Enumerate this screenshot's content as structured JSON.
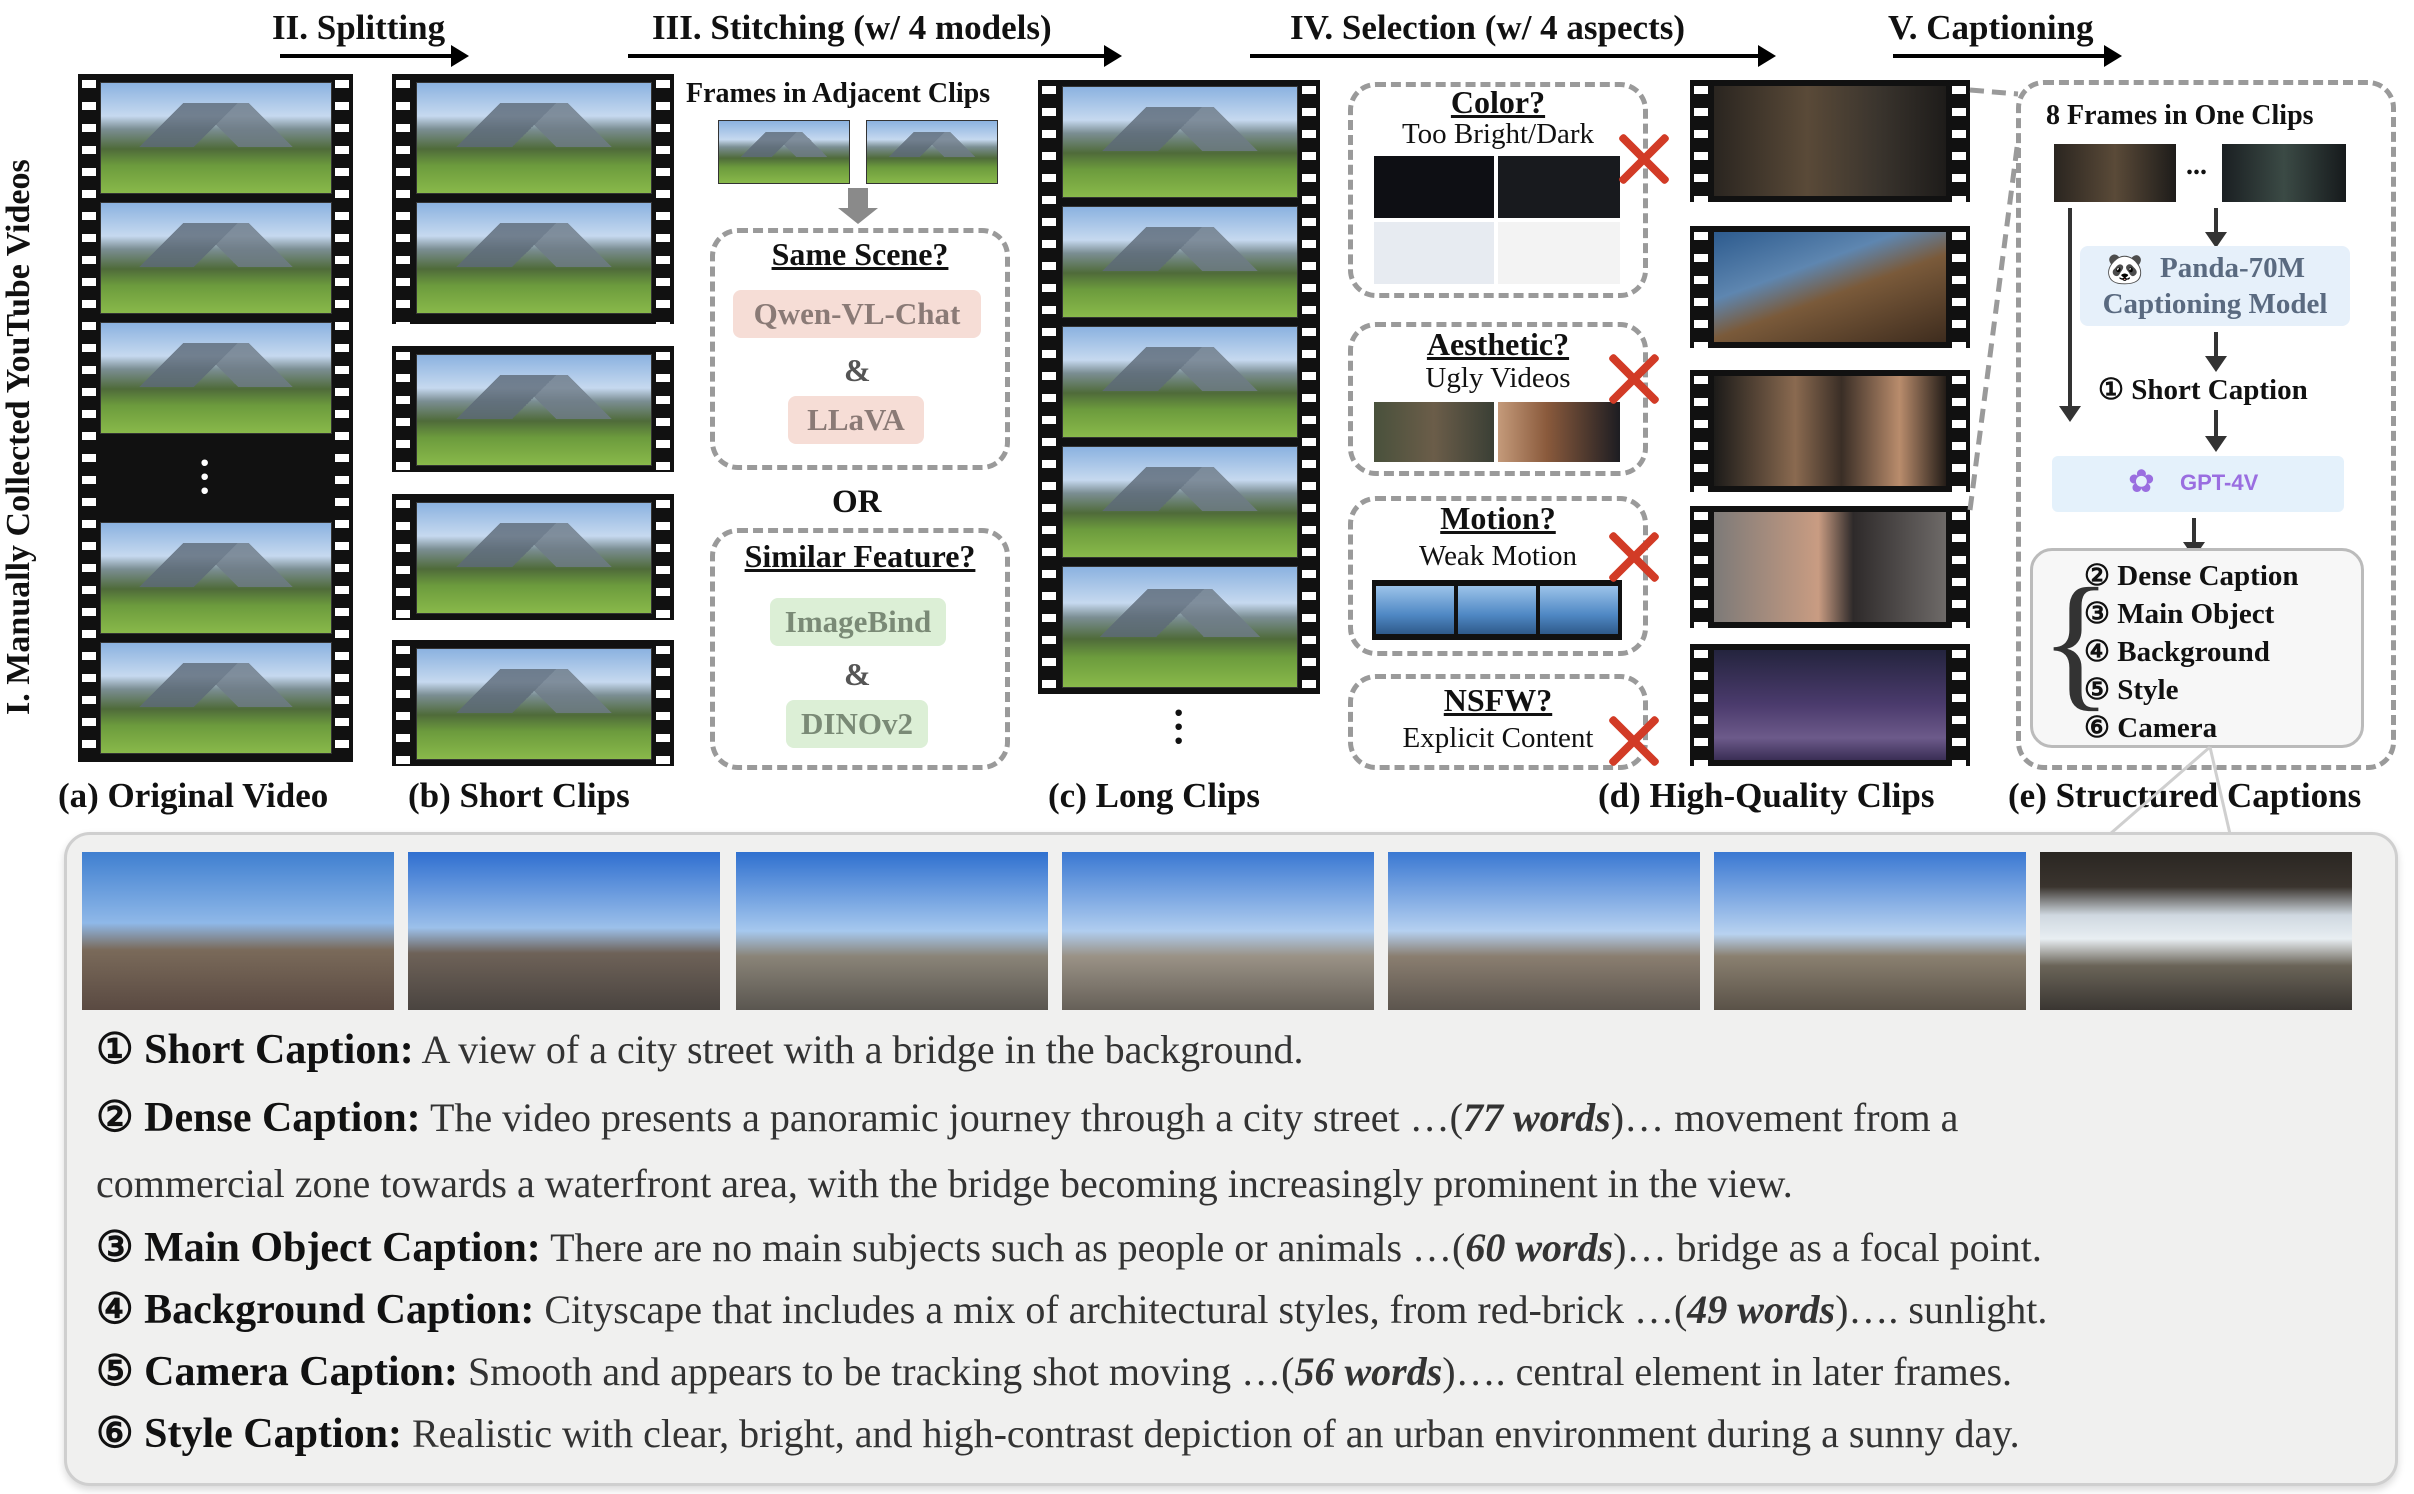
{
  "stages": {
    "splitting": "II. Splitting",
    "stitching": "III. Stitching (w/ 4 models)",
    "selection": "IV. Selection (w/ 4 aspects)",
    "captioning": "V. Captioning"
  },
  "side_label": "I. Manually Collected YouTube Videos",
  "sublabels": {
    "a": "(a) Original Video",
    "b": "(b) Short Clips",
    "c": "(c) Long Clips",
    "d": "(d) High-Quality Clips",
    "e": "(e) Structured Captions"
  },
  "stitching": {
    "frames_title": "Frames in Adjacent Clips",
    "q1": "Same Scene?",
    "m1": "Qwen-VL-Chat",
    "amp1": "&",
    "m2": "LLaVA",
    "or": "OR",
    "q2": "Similar Feature?",
    "m3": "ImageBind",
    "amp2": "&",
    "m4": "DINOv2"
  },
  "selection": {
    "color_q": "Color?",
    "color_sub": "Too Bright/Dark",
    "aesthetic_q": "Aesthetic?",
    "aesthetic_sub": "Ugly Videos",
    "motion_q": "Motion?",
    "motion_sub": "Weak Motion",
    "nsfw_q": "NSFW?",
    "nsfw_sub": "Explicit Content"
  },
  "captioning": {
    "frames_title": "8 Frames in One Clips",
    "ellipsis": "...",
    "model_line1": "Panda-70M",
    "model_line2": "Captioning Model",
    "short_caption": "① Short Caption",
    "gpt": "GPT-4V",
    "items": [
      "② Dense Caption",
      "③ Main Object",
      "④ Background",
      "⑤ Style",
      "⑥ Camera"
    ]
  },
  "captions": [
    {
      "label": "① Short Caption:",
      "text": " A view of a city street with a bridge in the background."
    },
    {
      "label": "② Dense Caption:",
      "pre": " The video presents a panoramic journey through a city street …(",
      "words": "77 words",
      "post": ")… movement from a",
      "cont": "commercial zone towards a waterfront area, with the bridge becoming increasingly prominent in the view."
    },
    {
      "label": "③ Main Object Caption:",
      "pre": " There are no main subjects such as people or animals …(",
      "words": "60 words",
      "post": ")… bridge as a focal point."
    },
    {
      "label": "④ Background Caption:",
      "pre": " Cityscape that includes a mix of architectural styles, from red-brick …(",
      "words": "49 words",
      "post": ")…. sunlight."
    },
    {
      "label": "⑤ Camera Caption:",
      "pre": " Smooth and appears to be tracking shot moving …(",
      "words": "56 words",
      "post": ")…. central element in later frames."
    },
    {
      "label": "⑥ Style Caption:",
      "text": " Realistic with clear, bright, and high-contrast depiction of an urban environment during a sunny day."
    }
  ],
  "colors": {
    "cross": "#d23b26",
    "panel_bg": "#f0f0ef",
    "model_box": "#e6f0fa",
    "gpt_box": "#e4f1fb"
  }
}
